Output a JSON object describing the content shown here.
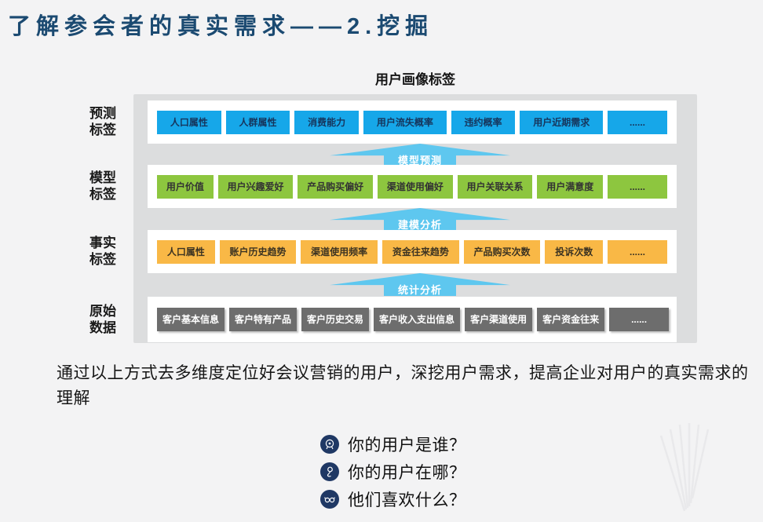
{
  "title": "了解参会者的真实需求——2.挖掘",
  "colors": {
    "title_text": "#1b4a71",
    "prediction_box": "#16a7e9",
    "model_box": "#8dc63f",
    "fact_box": "#f9b846",
    "raw_box": "#6d6d6d",
    "arrow": "#5ec7ef",
    "bullet_icon_bg": "#1f3864",
    "container_bg": "#dcddde",
    "panel_bg": "#ffffff",
    "page_bg": "#f3f3f4"
  },
  "diagram": {
    "heading": "用户画像标签",
    "rows": [
      {
        "label": "预测\n标签",
        "items": [
          "人口属性",
          "人群属性",
          "消费能力",
          "用户流失概率",
          "违约概率",
          "用户近期需求",
          "......"
        ]
      },
      {
        "label": "模型\n标签",
        "items": [
          "用户价值",
          "用户兴趣爱好",
          "产品购买偏好",
          "渠道使用偏好",
          "用户关联关系",
          "用户满意度",
          "......"
        ]
      },
      {
        "label": "事实\n标签",
        "items": [
          "人口属性",
          "账户历史趋势",
          "渠道使用频率",
          "资金往来趋势",
          "产品购买次数",
          "投诉次数",
          "......"
        ]
      },
      {
        "label": "原始\n数据",
        "items": [
          "客户基本信息",
          "客户特有产品",
          "客户历史交易",
          "客户收入支出信息",
          "客户渠道使用",
          "客户资金往来",
          "......"
        ]
      }
    ],
    "arrows": [
      "模型预测",
      "建模分析",
      "统计分析"
    ]
  },
  "paragraph": "通过以上方式去多维度定位好会议营销的用户，深挖用户需求，提高企业对用户的真实需求的理解",
  "bullets": [
    {
      "icon": "target-icon",
      "text": "你的用户是谁？"
    },
    {
      "icon": "location-pin-icon",
      "text": "你的用户在哪？"
    },
    {
      "icon": "glasses-icon",
      "text": "他们喜欢什么？"
    }
  ]
}
